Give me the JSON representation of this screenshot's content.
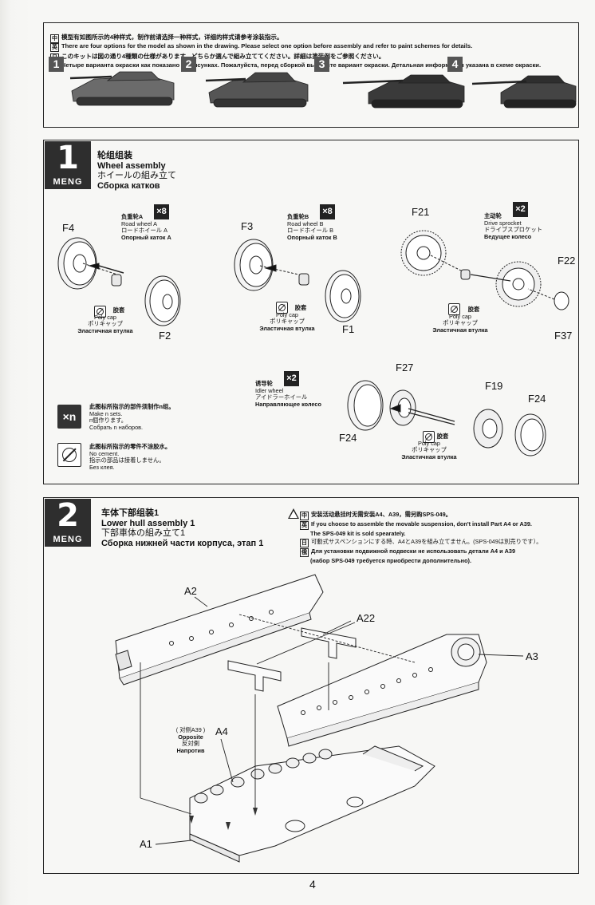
{
  "intro": {
    "lines": [
      {
        "flag": "中",
        "text": "模型有如图所示的4种样式，制作前请选择一种样式，详细的样式请参考涂装指示。"
      },
      {
        "flag": "英",
        "text": "There are four options for the model as shown in the drawing. Please select one option before assembly and refer to paint schemes for details."
      },
      {
        "flag": "日",
        "text": "このキットは図の通り4種類の仕様があります。どちらか選んで組み立ててください。詳細は塗装例をご参照ください。"
      },
      {
        "flag": "俄",
        "text": "Четыре варианта окраски как показано на рисунках. Пожалуйста, перед сборкой выберите вариант окраски. Детальная информация указана в схеме окраски."
      }
    ],
    "options": [
      "1",
      "2",
      "3",
      "4"
    ]
  },
  "step1": {
    "number": "1",
    "brand": "MENG",
    "title_cn": "轮组组装",
    "title_en": "Wheel assembly",
    "title_jp": "ホイールの組み立て",
    "title_ru": "Сборка катков",
    "road_a": {
      "cn": "负重轮A",
      "en": "Road wheel A",
      "jp": "ロードホイール A",
      "ru": "Опорный каток А",
      "qty": "×8"
    },
    "road_b": {
      "cn": "负重轮B",
      "en": "Road wheel B",
      "jp": "ロードホイール B",
      "ru": "Опорный каток В",
      "qty": "×8"
    },
    "sprocket": {
      "cn": "主动轮",
      "en": "Drive sprocket",
      "jp": "ドライブスプロケット",
      "ru": "Ведущее колесо",
      "qty": "×2"
    },
    "idler": {
      "cn": "诱导轮",
      "en": "Idler wheel",
      "jp": "アイドラーホイール",
      "ru": "Направляющее колесо",
      "qty": "×2"
    },
    "polycap": {
      "cn": "胶套",
      "en": "Poly cap",
      "jp": "ポリキャップ",
      "ru": "Эластичная втулка"
    },
    "parts": {
      "f4": "F4",
      "f2": "F2",
      "f3": "F3",
      "f1": "F1",
      "f21": "F21",
      "f22": "F22",
      "f37": "F37",
      "f27": "F27",
      "f19": "F19",
      "f24a": "F24",
      "f24b": "F24"
    },
    "legend_n": {
      "icon": "×n",
      "cn": "此图标所指示的部件须制作n组。",
      "en": "Make n sets.",
      "jp": "n個作ります。",
      "ru": "Собрать n наборов."
    },
    "legend_cement": {
      "cn": "此图标所指示的零件不涂胶水。",
      "en": "No cement.",
      "jp": "指示の部品は接着しません。",
      "ru": "Без клея."
    }
  },
  "step2": {
    "number": "2",
    "brand": "MENG",
    "title_cn": "车体下部组装1",
    "title_en": "Lower hull assembly 1",
    "title_jp": "下部車体の組み立て1",
    "title_ru": "Сборка нижней части корпуса, этап 1",
    "warn": {
      "cn": "安装活动悬挂时无需安装A4、A39，需另购SPS-049。",
      "en1": "If you choose to assemble the movable suspension, don't install Part A4 or A39.",
      "en2": "The SPS-049 kit is sold spearately.",
      "jp": "可動式サスペンションにする時、A4とA39を組み立てません。(SPS-049は別売りです）。",
      "ru1": "Для установки подвижной подвески не использовать детали А4 и А39",
      "ru2": "(набор SPS-049 требуется приобрести дополнительно)."
    },
    "parts": {
      "a2": "A2",
      "a22": "A22",
      "a3": "A3",
      "a4": "A4",
      "a1": "A1"
    },
    "opposite": {
      "cn": "( 对侧A39 )",
      "en": "Opposite",
      "jp": "反対側",
      "ru": "Напротив"
    }
  },
  "page_number": "4"
}
